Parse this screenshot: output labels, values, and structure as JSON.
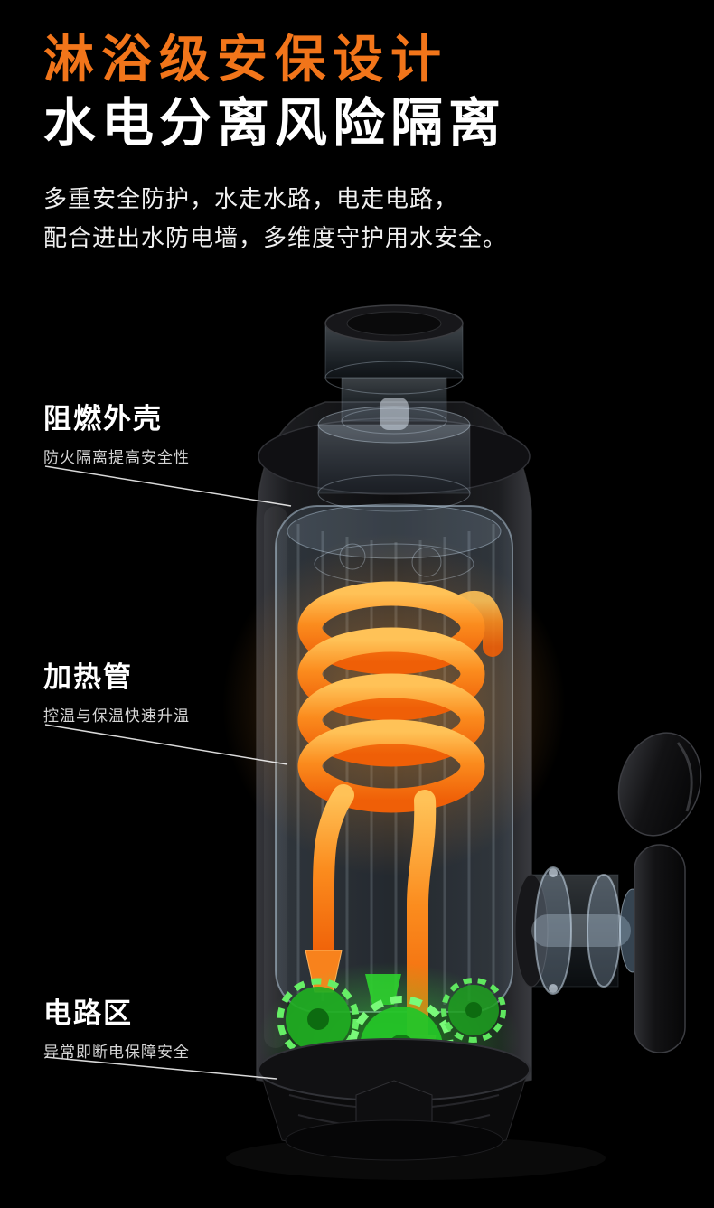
{
  "theme": {
    "bg": "#000000",
    "accent": "#f2751a",
    "title": "#ffffff",
    "body-text": "#f0f0f0",
    "desc-text": "#d6d6d6"
  },
  "colors": {
    "coil_orange": "#f97b16",
    "tank_blue": "#bcd9f2",
    "circuit_green": "#35d435",
    "shell_dark": "#131316"
  },
  "header": {
    "headline_accent": "淋浴级安保设计",
    "headline_main": "水电分离风险隔离",
    "subtitle_line1": "多重安全防护，水走水路，电走电路，",
    "subtitle_line2": "配合进出水防电墙，多维度守护用水安全。"
  },
  "callouts": [
    {
      "title": "阻燃外壳",
      "desc": "防火隔离提高安全性"
    },
    {
      "title": "加热管",
      "desc": "控温与保温快速升温"
    },
    {
      "title": "电路区",
      "desc": "异常即断电保障安全"
    }
  ],
  "illustration": {
    "parts": [
      "inlet-pipe",
      "flame-retardant-shell",
      "inner-tank",
      "heating-coil",
      "water-pipes",
      "circuit-area",
      "outlet-assembly",
      "handle",
      "base"
    ]
  }
}
